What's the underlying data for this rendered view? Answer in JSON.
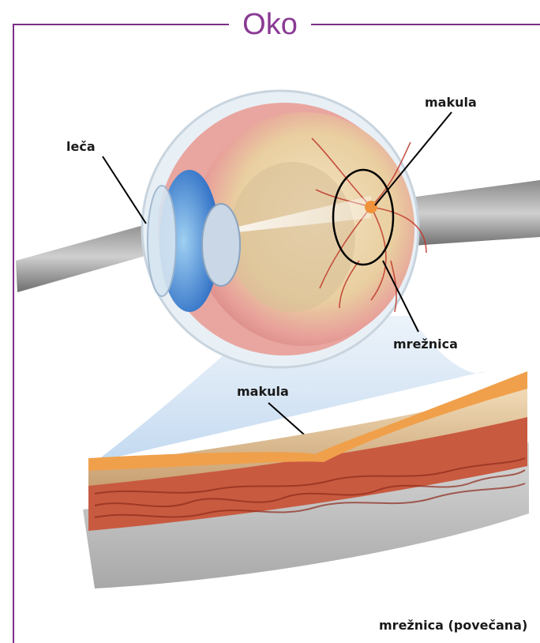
{
  "title": "Oko",
  "labels": {
    "lens": "leča",
    "macula_eye": "makula",
    "retina": "mrežnica",
    "macula_detail": "makula",
    "retina_enlarged": "mrežnica (povečana)"
  },
  "colors": {
    "frame": "#7a2e86",
    "title": "#8a3a94",
    "retina_orange": "#f0a04a",
    "vessel_red": "#c0392b",
    "lens_blue": "#3a7fd0"
  }
}
